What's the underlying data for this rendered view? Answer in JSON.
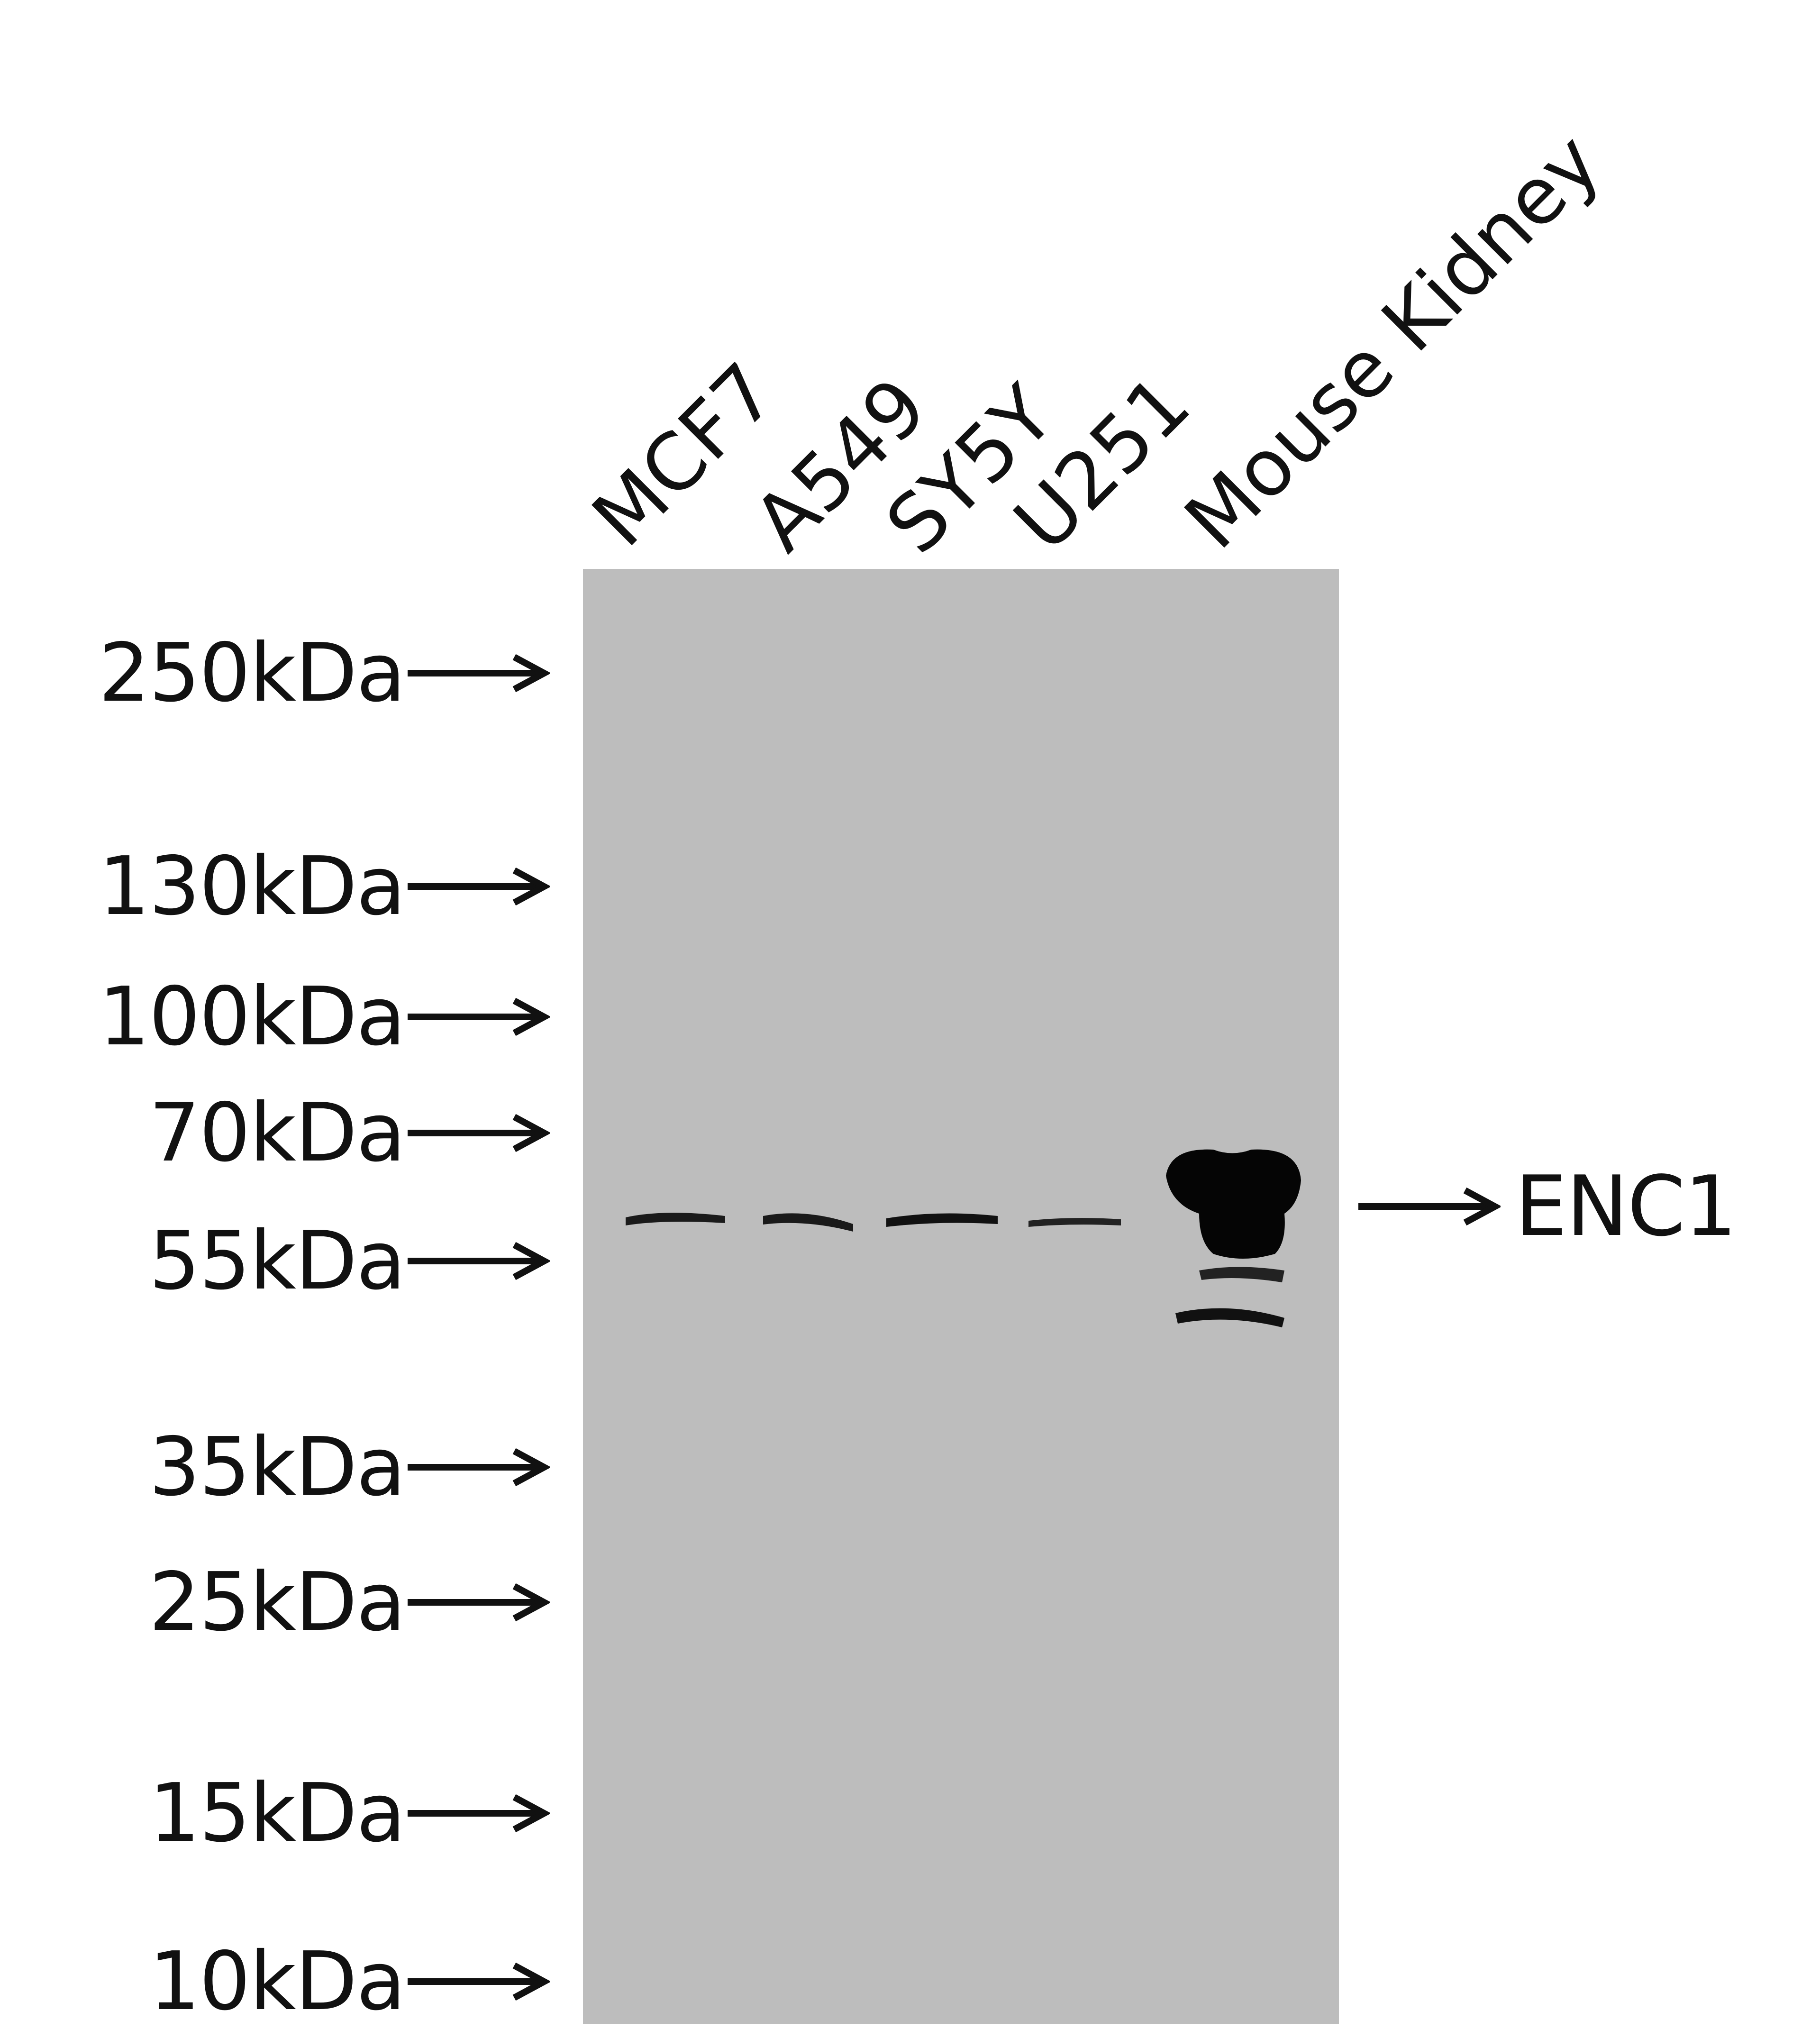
{
  "lanes": [
    {
      "label": "MCF7"
    },
    {
      "label": "A549"
    },
    {
      "label": "SY5Y"
    },
    {
      "label": "U251"
    },
    {
      "label": "Mouse Kidney"
    }
  ],
  "markers": [
    {
      "label": "250kDa",
      "kda": 250
    },
    {
      "label": "130kDa",
      "kda": 130
    },
    {
      "label": "100kDa",
      "kda": 100
    },
    {
      "label": "70kDa",
      "kda": 70
    },
    {
      "label": "55kDa",
      "kda": 55
    },
    {
      "label": "35kDa",
      "kda": 35
    },
    {
      "label": "25kDa",
      "kda": 25
    },
    {
      "label": "15kDa",
      "kda": 15
    },
    {
      "label": "10kDa",
      "kda": 10
    }
  ],
  "target": {
    "label": "ENC1"
  },
  "colors": {
    "membrane": "#bdbdbd",
    "band": "#111111",
    "text": "#111111"
  }
}
